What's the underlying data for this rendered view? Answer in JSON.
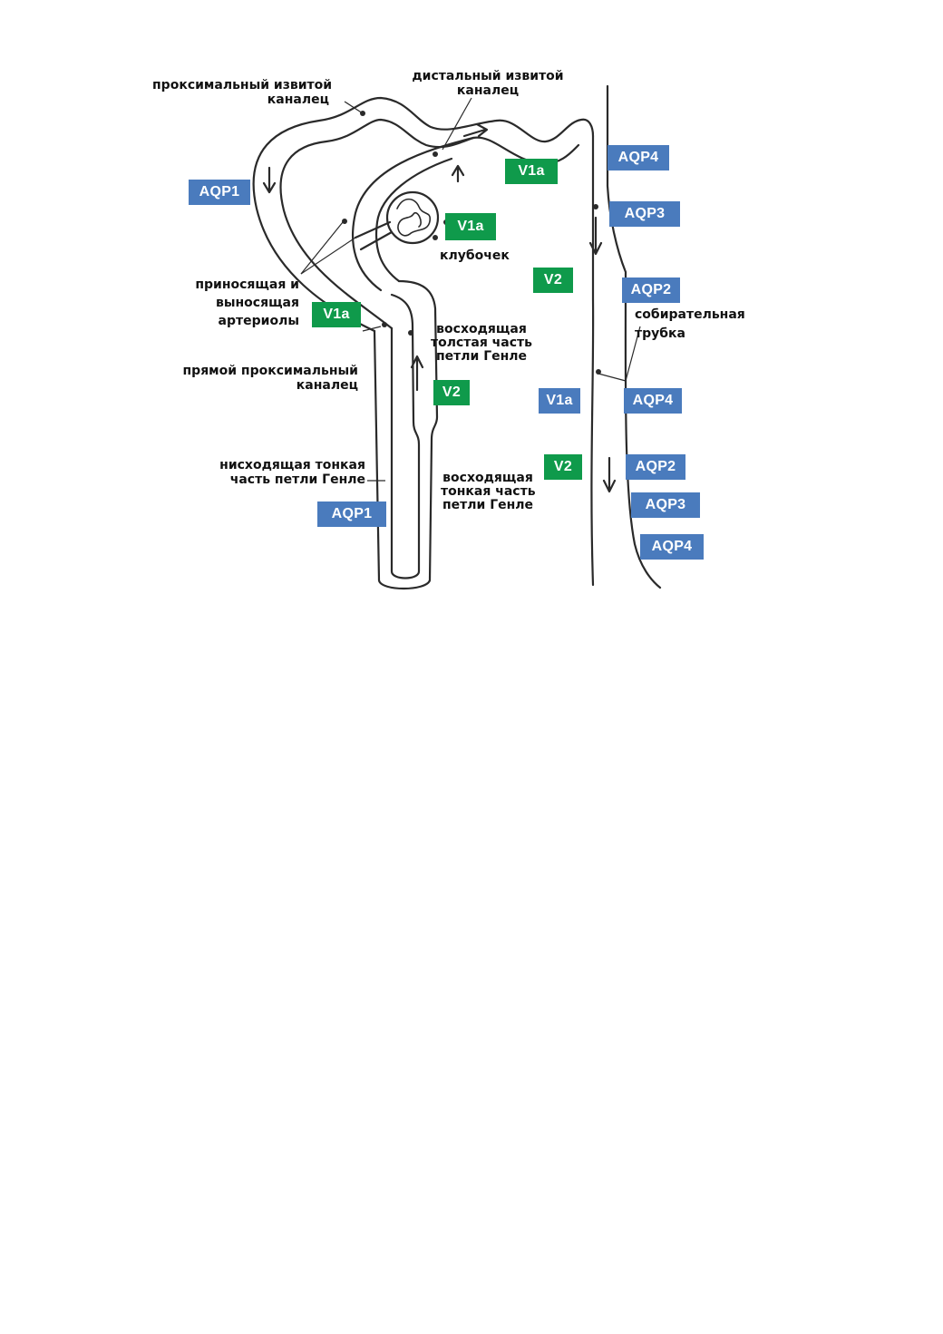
{
  "colors": {
    "aquaporin_badge": "#4a7bbd",
    "vasopressin_receptor_badge": "#0f9a4b",
    "line": "#2a2a2a",
    "background": "#ffffff"
  },
  "labels": {
    "proximal_convoluted": [
      "проксимальный извитой",
      "каналец"
    ],
    "distal_convoluted": [
      "дистальный извитой",
      "каналец"
    ],
    "glomerulus": "клубочек",
    "arterioles": [
      "приносящая и",
      "выносящая",
      "артериолы"
    ],
    "thick_ascending": [
      "восходящая",
      "толстая часть",
      "петли  Генле"
    ],
    "collecting_duct": [
      "собирательная",
      "трубка"
    ],
    "straight_proximal": [
      "прямой проксимальный",
      "каналец"
    ],
    "thin_descending": [
      "нисходящая тонкая",
      "часть  петли Генле"
    ],
    "thin_ascending": [
      "восходящая",
      "тонкая  часть",
      "петли  Генле"
    ]
  },
  "badges": {
    "aqp1_proximal": "AQP1",
    "aqp1_descending": "AQP1",
    "aqp4_top": "AQP4",
    "aqp3_top": "AQP3",
    "aqp2_top": "AQP2",
    "aqp4_mid": "AQP4",
    "aqp2_low": "AQP2",
    "aqp3_low": "AQP3",
    "aqp4_low": "AQP4",
    "v1a_distal": "V1a",
    "v1a_glomerulus": "V1a",
    "v1a_arterioles": "V1a",
    "v1a_duct": "V1a",
    "v2_duct_top": "V2",
    "v2_thick_limb": "V2",
    "v2_duct_low": "V2"
  }
}
